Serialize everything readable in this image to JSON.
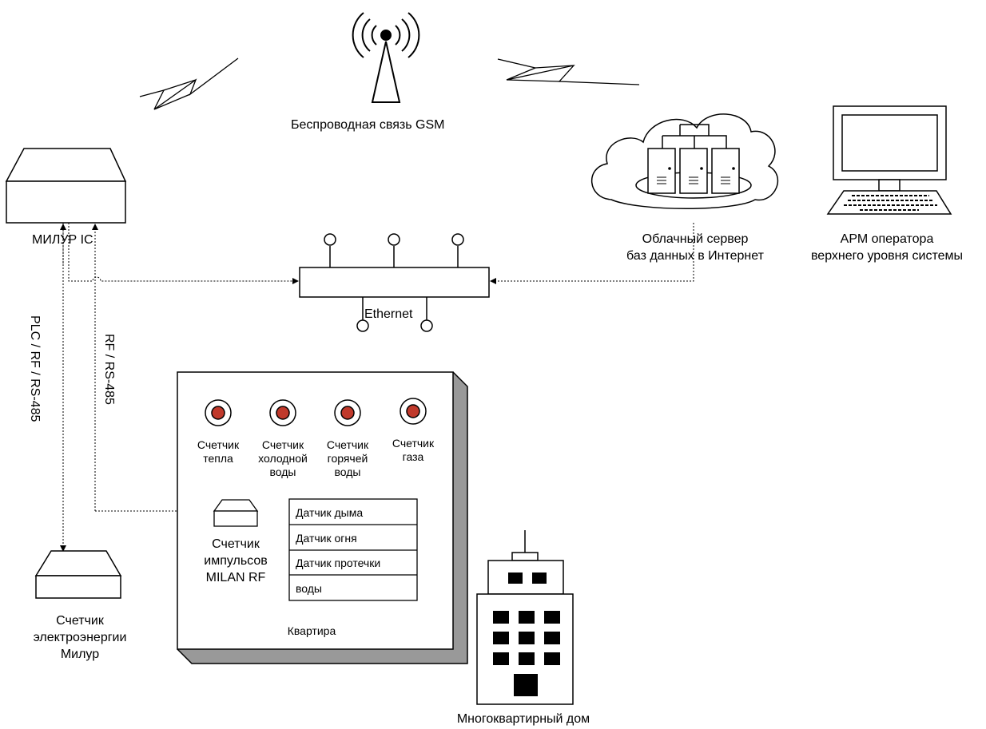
{
  "labels": {
    "gsm": "Беспроводная связь GSM",
    "milur_ic": "МИЛУР IC",
    "cloud_line1": "Облачный сервер",
    "cloud_line2": "баз данных в Интернет",
    "arm_line1": "АРМ оператора",
    "arm_line2": "верхнего уровня системы",
    "ethernet": "Ethernet",
    "link_plc": "PLC / RF / RS-485",
    "link_rf": "RF / RS-485",
    "meter_heat": [
      "Счетчик",
      "тепла"
    ],
    "meter_cold": [
      "Счетчик",
      "холодной",
      "воды"
    ],
    "meter_hot": [
      "Счетчик",
      "горячей",
      "воды"
    ],
    "meter_gas": [
      "Счетчик",
      "газа"
    ],
    "sensors": [
      "Датчик дыма",
      "Датчик огня",
      "Датчик протечки",
      "воды"
    ],
    "pulse_counter": [
      "Счетчик",
      "импульсов",
      "MILAN RF"
    ],
    "apartment": "Квартира",
    "electricity_meter": [
      "Счетчик",
      "электроэнергии",
      "Милур"
    ],
    "building": "Многоквартирный дом"
  },
  "colors": {
    "meter_dot": "#c0392b",
    "shadow": "#999999",
    "line": "#000000"
  }
}
